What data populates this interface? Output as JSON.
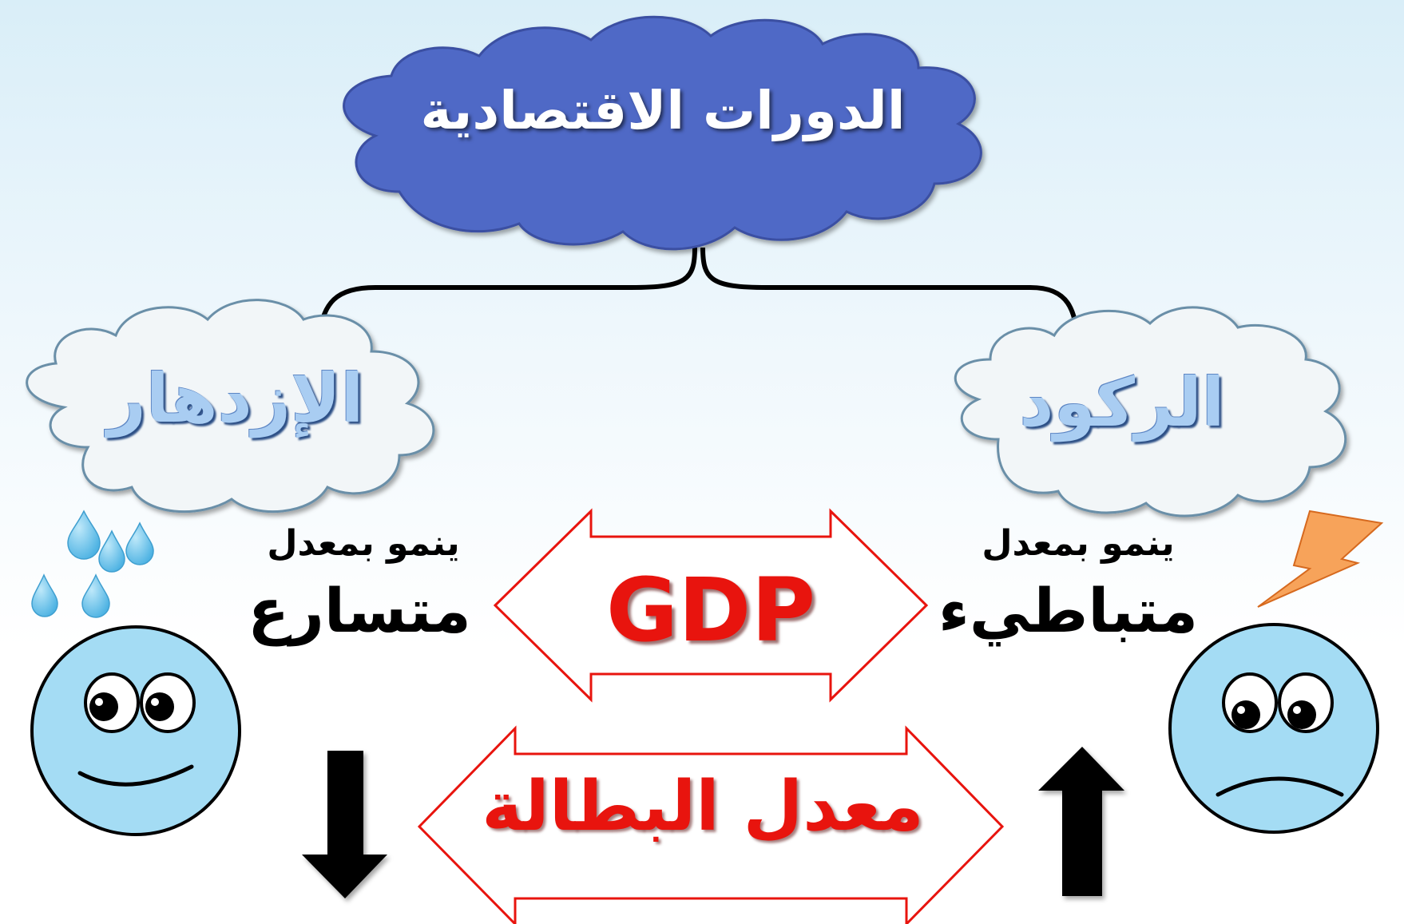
{
  "title": "الدورات الاقتصادية",
  "branches": {
    "boom": {
      "label": "الإزدهار",
      "growth_prefix": "ينمو بمعدل",
      "growth_rate": "متسارع",
      "mood": "happy",
      "weather_icon": "raindrops-icon",
      "unemployment_trend": "down"
    },
    "recession": {
      "label": "الركود",
      "growth_prefix": "ينمو بمعدل",
      "growth_rate": "متباطيء",
      "mood": "sad",
      "weather_icon": "lightning-icon",
      "unemployment_trend": "up"
    }
  },
  "center": {
    "gdp": "GDP",
    "unemployment": "معدل البطالة"
  },
  "colors": {
    "title_cloud": "#4f69c6",
    "branch_cloud": "#f2f6f8",
    "label_text": "#a9cdf2",
    "accent_red": "#e8140e",
    "face": "#a4dcf4",
    "drop": "#67c3ea",
    "bolt": "#f7a35a"
  }
}
